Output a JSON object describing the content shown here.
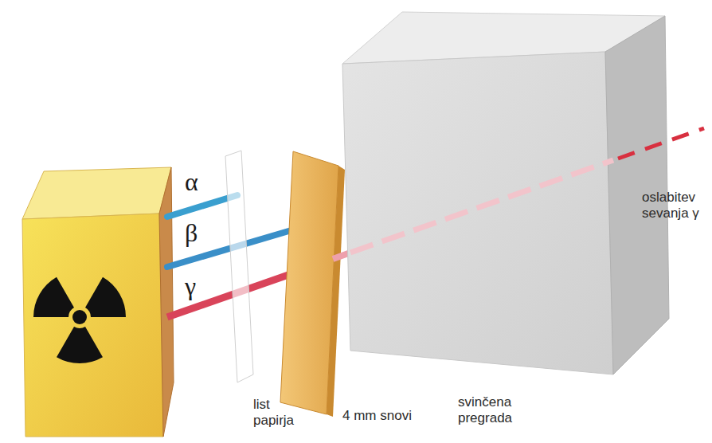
{
  "diagram": {
    "labels": [
      "α",
      "β",
      "γ",
      "list papirja",
      "4 mm snovi",
      "svinčena pregrada",
      "oslabitev sevanja γ"
    ]
  }
}
